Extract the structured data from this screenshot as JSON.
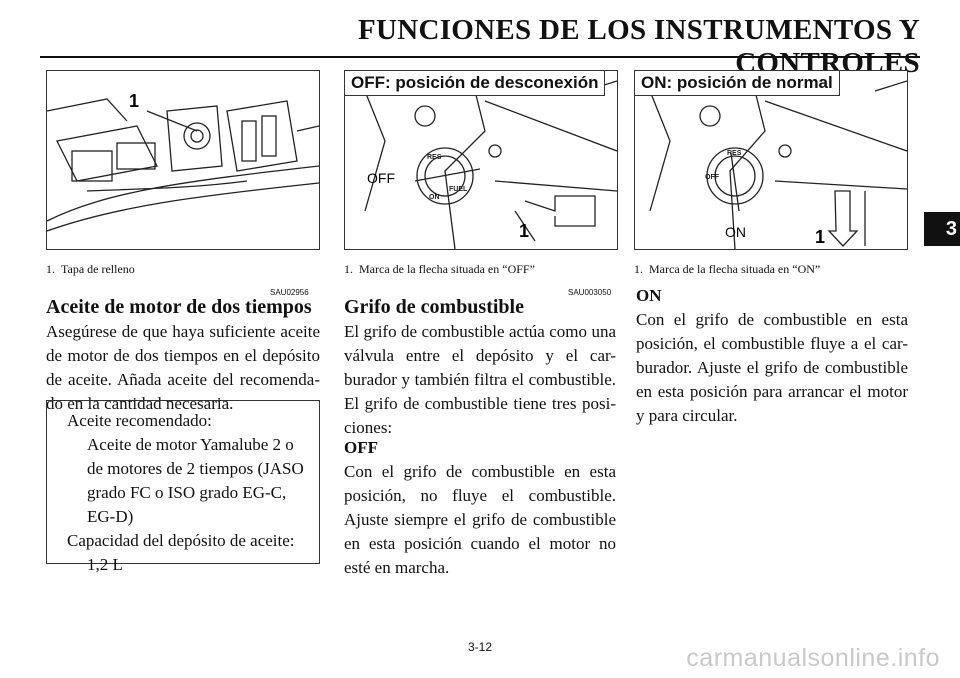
{
  "header": {
    "title": "FUNCIONES DE LOS INSTRUMENTOS Y CONTROLES",
    "section_tab": "3"
  },
  "figures": [
    {
      "callout": "1",
      "caption": "1. Tapa de relleno"
    },
    {
      "title": "OFF: posición de desconexión",
      "label": "OFF",
      "callout": "1",
      "caption": "1. Marca de la flecha situada en “OFF”"
    },
    {
      "title": "ON: posición de normal",
      "label": "ON",
      "callout": "1",
      "caption": "1. Marca de la flecha situada en “ON”"
    }
  ],
  "left_column": {
    "code": "SAU02956",
    "heading": "Aceite de motor de dos tiempos",
    "paragraph": "Asegúrese de que haya suficiente aceite de motor de dos tiempos en el depósito de aceite. Añada aceite del recomenda- do en la cantidad necesaria.",
    "spec_box": {
      "oil_label": "Aceite recomendado:",
      "oil_value": "Aceite de motor Yamalube 2 o de motores de 2 tiempos (JASO grado FC o ISO grado EG-C, EG-D)",
      "capacity_label": "Capacidad del depósito de aceite:",
      "capacity_value": "1,2 L"
    }
  },
  "middle_column": {
    "code": "SAU003050",
    "heading": "Grifo de combustible",
    "paragraph": "El grifo de combustible actúa como una válvula entre el depósito y el car- burador y también filtra el combustible. El grifo de combustible tiene tres posi- ciones:",
    "off_heading": "OFF",
    "off_text": "Con el grifo de combustible en esta posición, no fluye el combustible. Ajuste siempre el grifo de combustible en esta posición cuando el motor no esté en marcha."
  },
  "right_column": {
    "on_heading": "ON",
    "on_text": "Con el grifo de combustible en esta posición, el combustible fluye a el car- burador. Ajuste el grifo de combustible en esta posición para arrancar el motor y para circular."
  },
  "footer": {
    "page_number": "3-12",
    "watermark": "carmanualsonline.info"
  }
}
